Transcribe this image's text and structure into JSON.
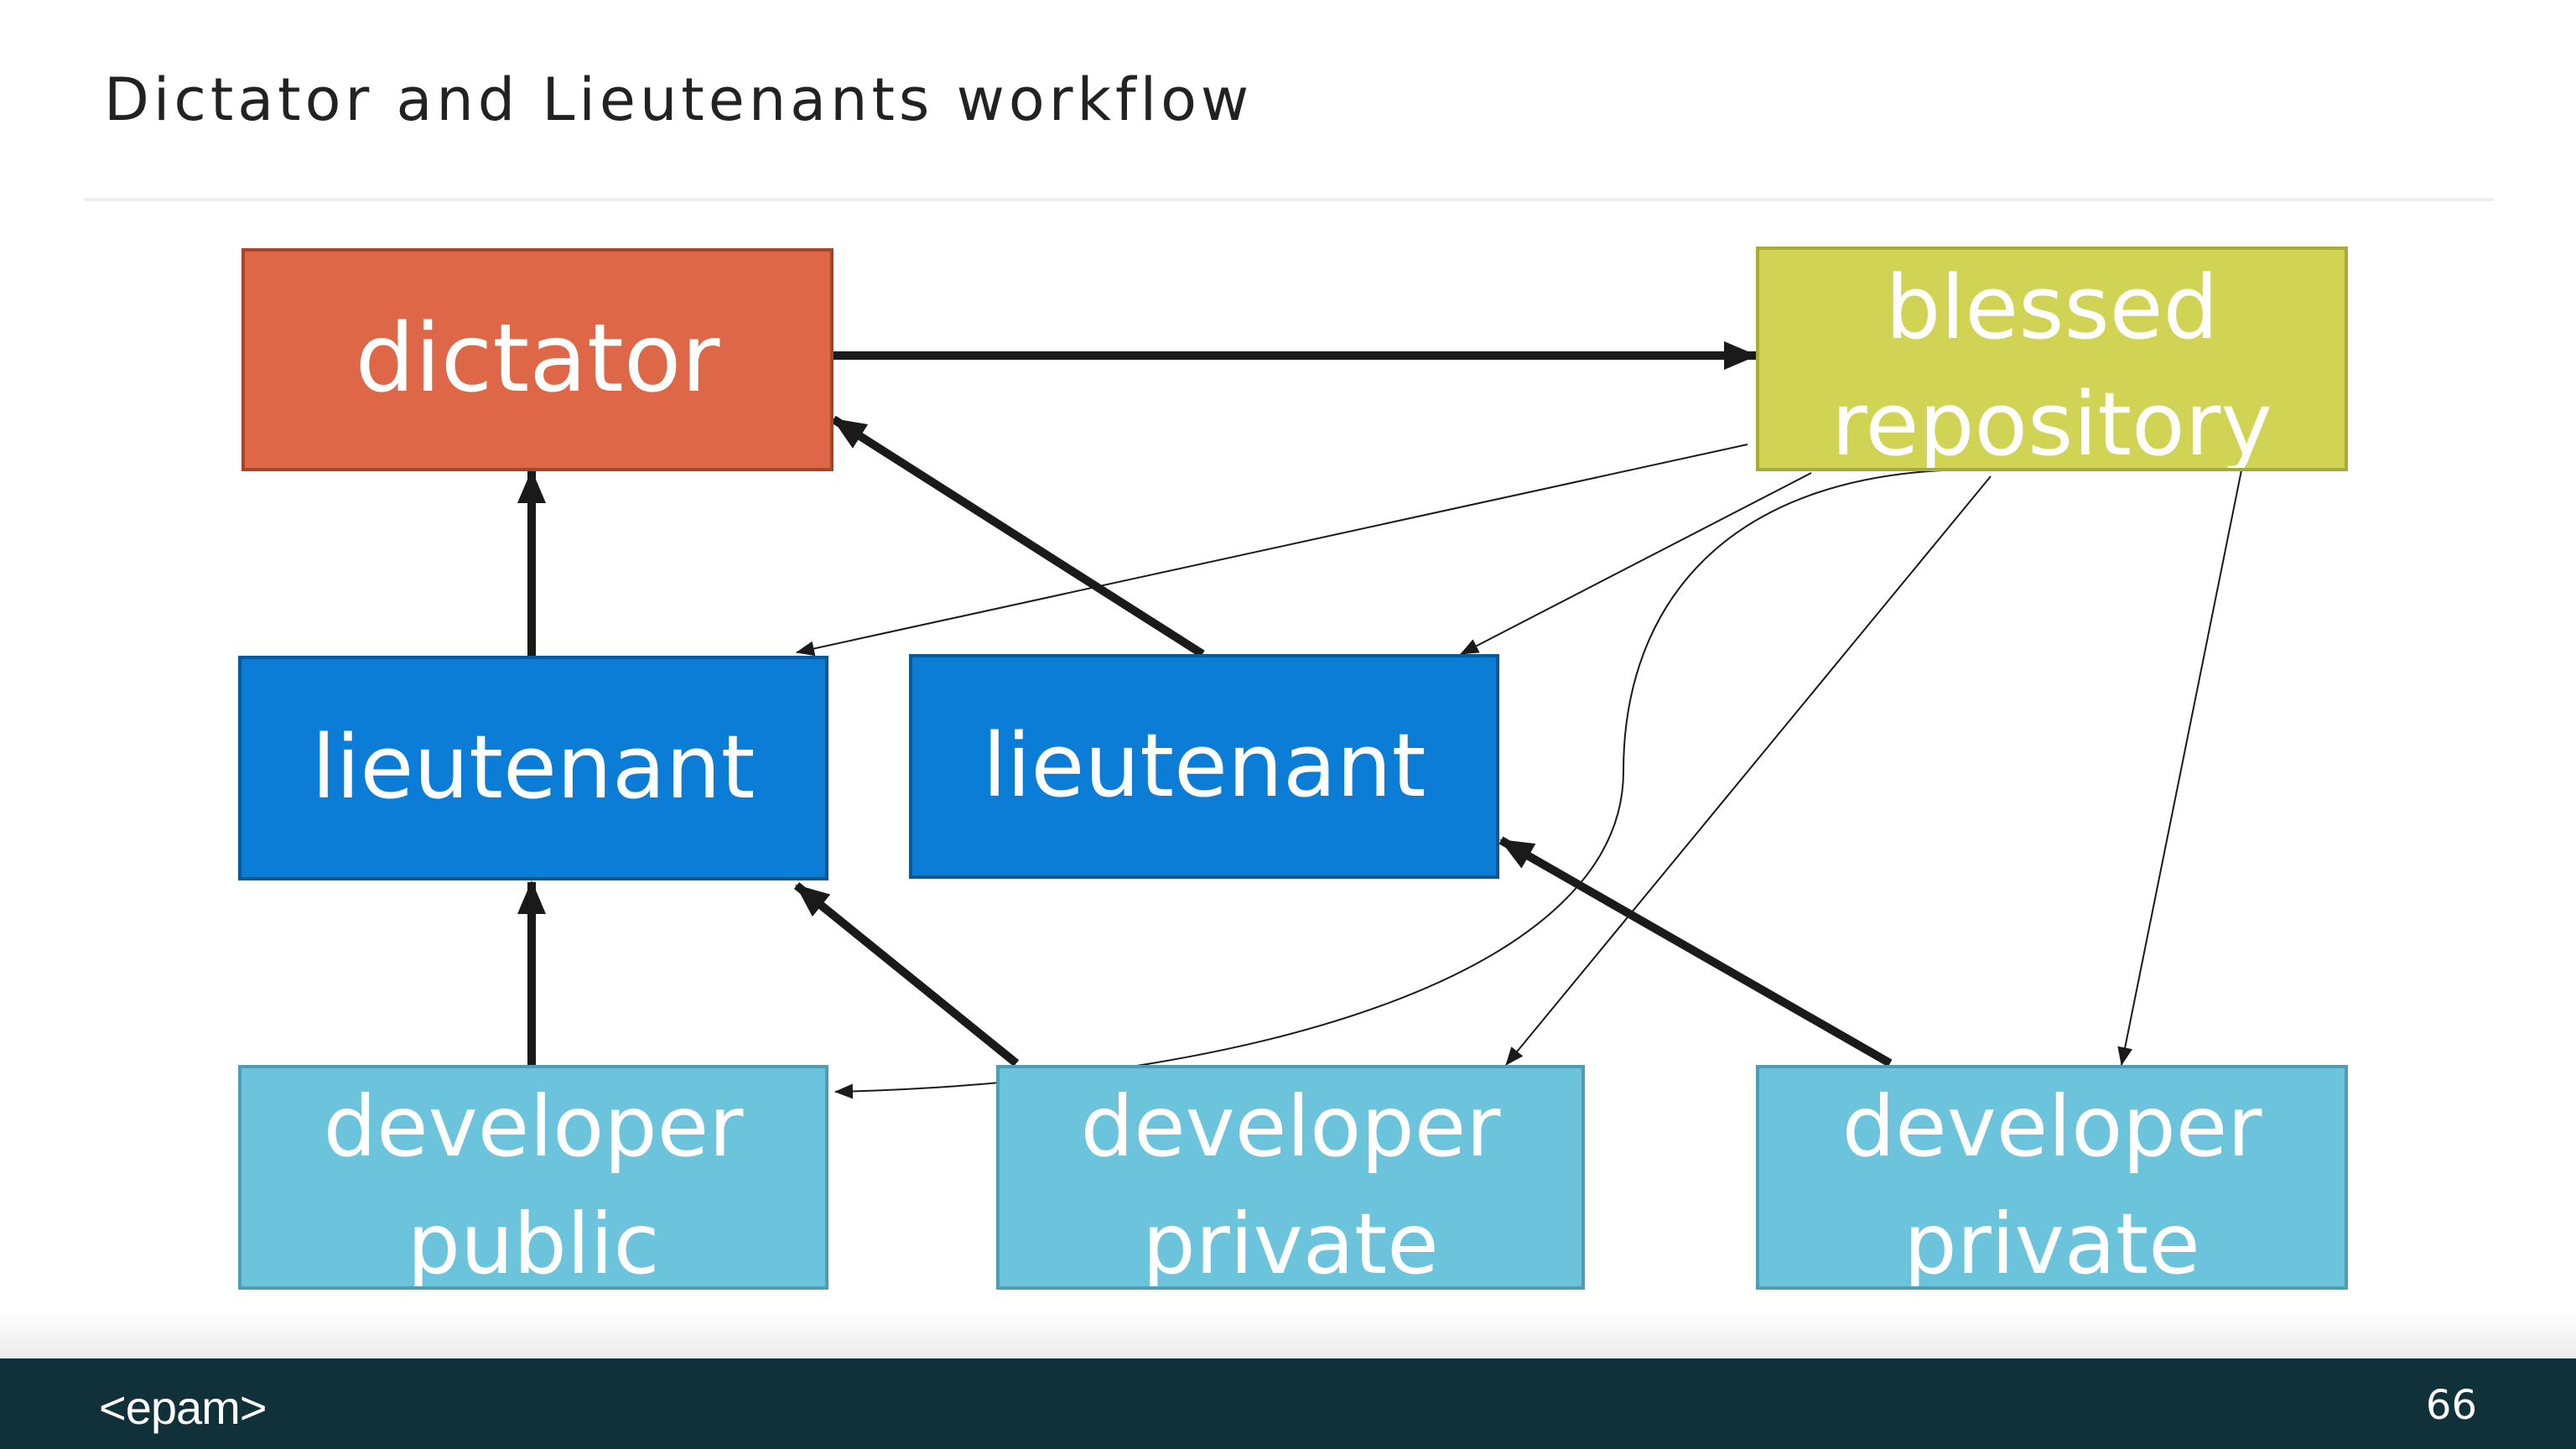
{
  "slide": {
    "title": "Dictator and Lieutenants workflow"
  },
  "nodes": {
    "dictator": {
      "label": "dictator",
      "color": "#dd6746"
    },
    "blessed_repository": {
      "line1": "blessed",
      "line2": "repository",
      "color": "#d0d353"
    },
    "lieutenant_left": {
      "label": "lieutenant",
      "color": "#0b7dd6"
    },
    "lieutenant_right": {
      "label": "lieutenant",
      "color": "#0b7dd6"
    },
    "developer_public": {
      "line1": "developer",
      "line2": "public",
      "color": "#6cc3dc"
    },
    "developer_private_middle": {
      "line1": "developer",
      "line2": "private",
      "color": "#6cc3dc"
    },
    "developer_private_right": {
      "line1": "developer",
      "line2": "private",
      "color": "#6cc3dc"
    }
  },
  "edges": [
    {
      "from": "dictator",
      "to": "blessed_repository",
      "style": "thick"
    },
    {
      "from": "lieutenant_left",
      "to": "dictator",
      "style": "thick"
    },
    {
      "from": "lieutenant_right",
      "to": "dictator",
      "style": "thick"
    },
    {
      "from": "developer_public",
      "to": "lieutenant_left",
      "style": "thick"
    },
    {
      "from": "developer_private_middle",
      "to": "lieutenant_left",
      "style": "thick"
    },
    {
      "from": "developer_private_right",
      "to": "lieutenant_right",
      "style": "thick"
    },
    {
      "from": "blessed_repository",
      "to": "lieutenant_left",
      "style": "thin"
    },
    {
      "from": "blessed_repository",
      "to": "lieutenant_right",
      "style": "thin"
    },
    {
      "from": "blessed_repository",
      "to": "developer_public",
      "style": "thin-curved"
    },
    {
      "from": "blessed_repository",
      "to": "developer_private_middle",
      "style": "thin"
    },
    {
      "from": "blessed_repository",
      "to": "developer_private_right",
      "style": "thin"
    }
  ],
  "footer": {
    "logo": "<epam>",
    "page_number": "66",
    "background": "#10303a"
  }
}
